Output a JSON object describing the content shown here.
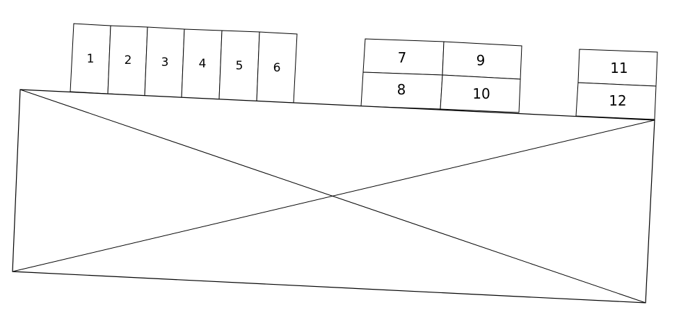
{
  "diagram": {
    "group_a": {
      "labels": [
        "1",
        "2",
        "3",
        "4",
        "5",
        "6"
      ]
    },
    "group_b": {
      "labels": [
        "7",
        "8",
        "9",
        "10"
      ]
    },
    "group_c": {
      "labels": [
        "11",
        "12"
      ]
    }
  }
}
